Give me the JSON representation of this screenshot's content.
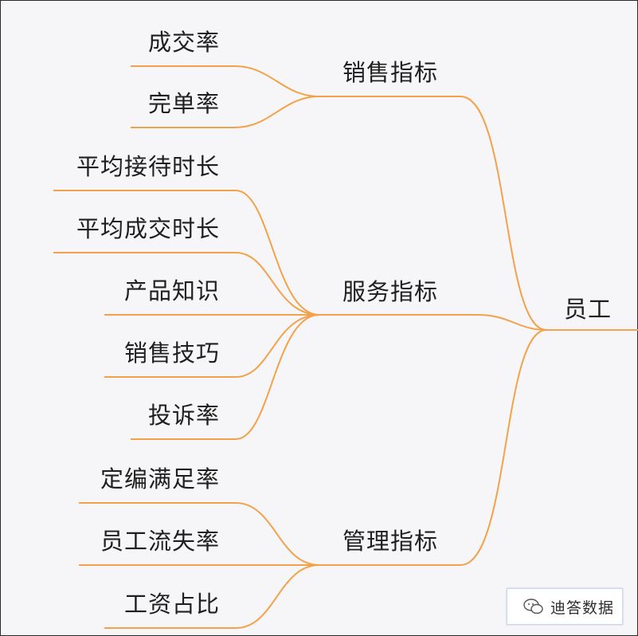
{
  "root": {
    "label": "员工"
  },
  "branches": [
    {
      "label": "销售指标",
      "leaves": [
        "成交率",
        "完单率"
      ]
    },
    {
      "label": "服务指标",
      "leaves": [
        "平均接待时长",
        "平均成交时长",
        "产品知识",
        "销售技巧",
        "投诉率"
      ]
    },
    {
      "label": "管理指标",
      "leaves": [
        "定编满足率",
        "员工流失率",
        "工资占比"
      ]
    }
  ],
  "watermark": {
    "text": "迪答数据",
    "icon": "wechat-icon"
  },
  "colors": {
    "connector": "#f3a24a",
    "text": "#1f1f1f",
    "background": "#f6f6f8"
  }
}
